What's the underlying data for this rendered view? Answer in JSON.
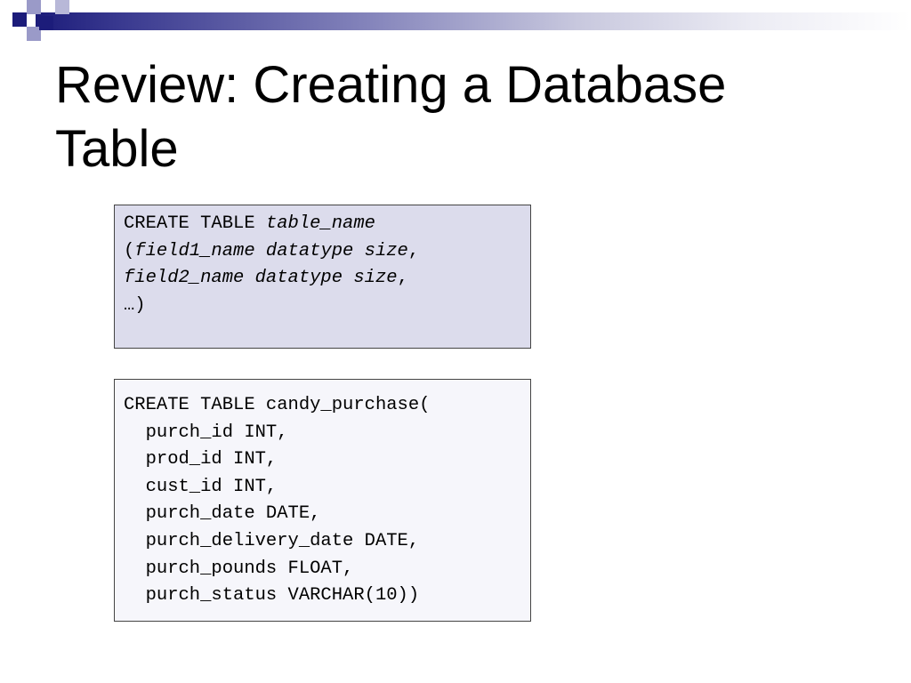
{
  "slide": {
    "title_line1": "Review:  Creating a Database",
    "title_line2": "Table",
    "colors": {
      "accent_dark": "#1c1c7a",
      "accent_light": "#9a9ac8",
      "syntax_box_bg": "#dcdcec",
      "example_box_bg": "#f6f6fb"
    }
  },
  "syntax": {
    "line1_keyword": "CREATE TABLE ",
    "line1_name": "table_name",
    "line2_open": "(",
    "line2_field": "field1_name datatype size",
    "line2_comma": ",",
    "line3_field": "field2_name datatype size",
    "line3_comma": ",",
    "line4": "…)"
  },
  "example": {
    "lines": [
      "CREATE TABLE candy_purchase(",
      "  purch_id INT,",
      "  prod_id INT,",
      "  cust_id INT,",
      "  purch_date DATE,",
      "  purch_delivery_date DATE,",
      "  purch_pounds FLOAT,",
      "  purch_status VARCHAR(10))"
    ]
  }
}
